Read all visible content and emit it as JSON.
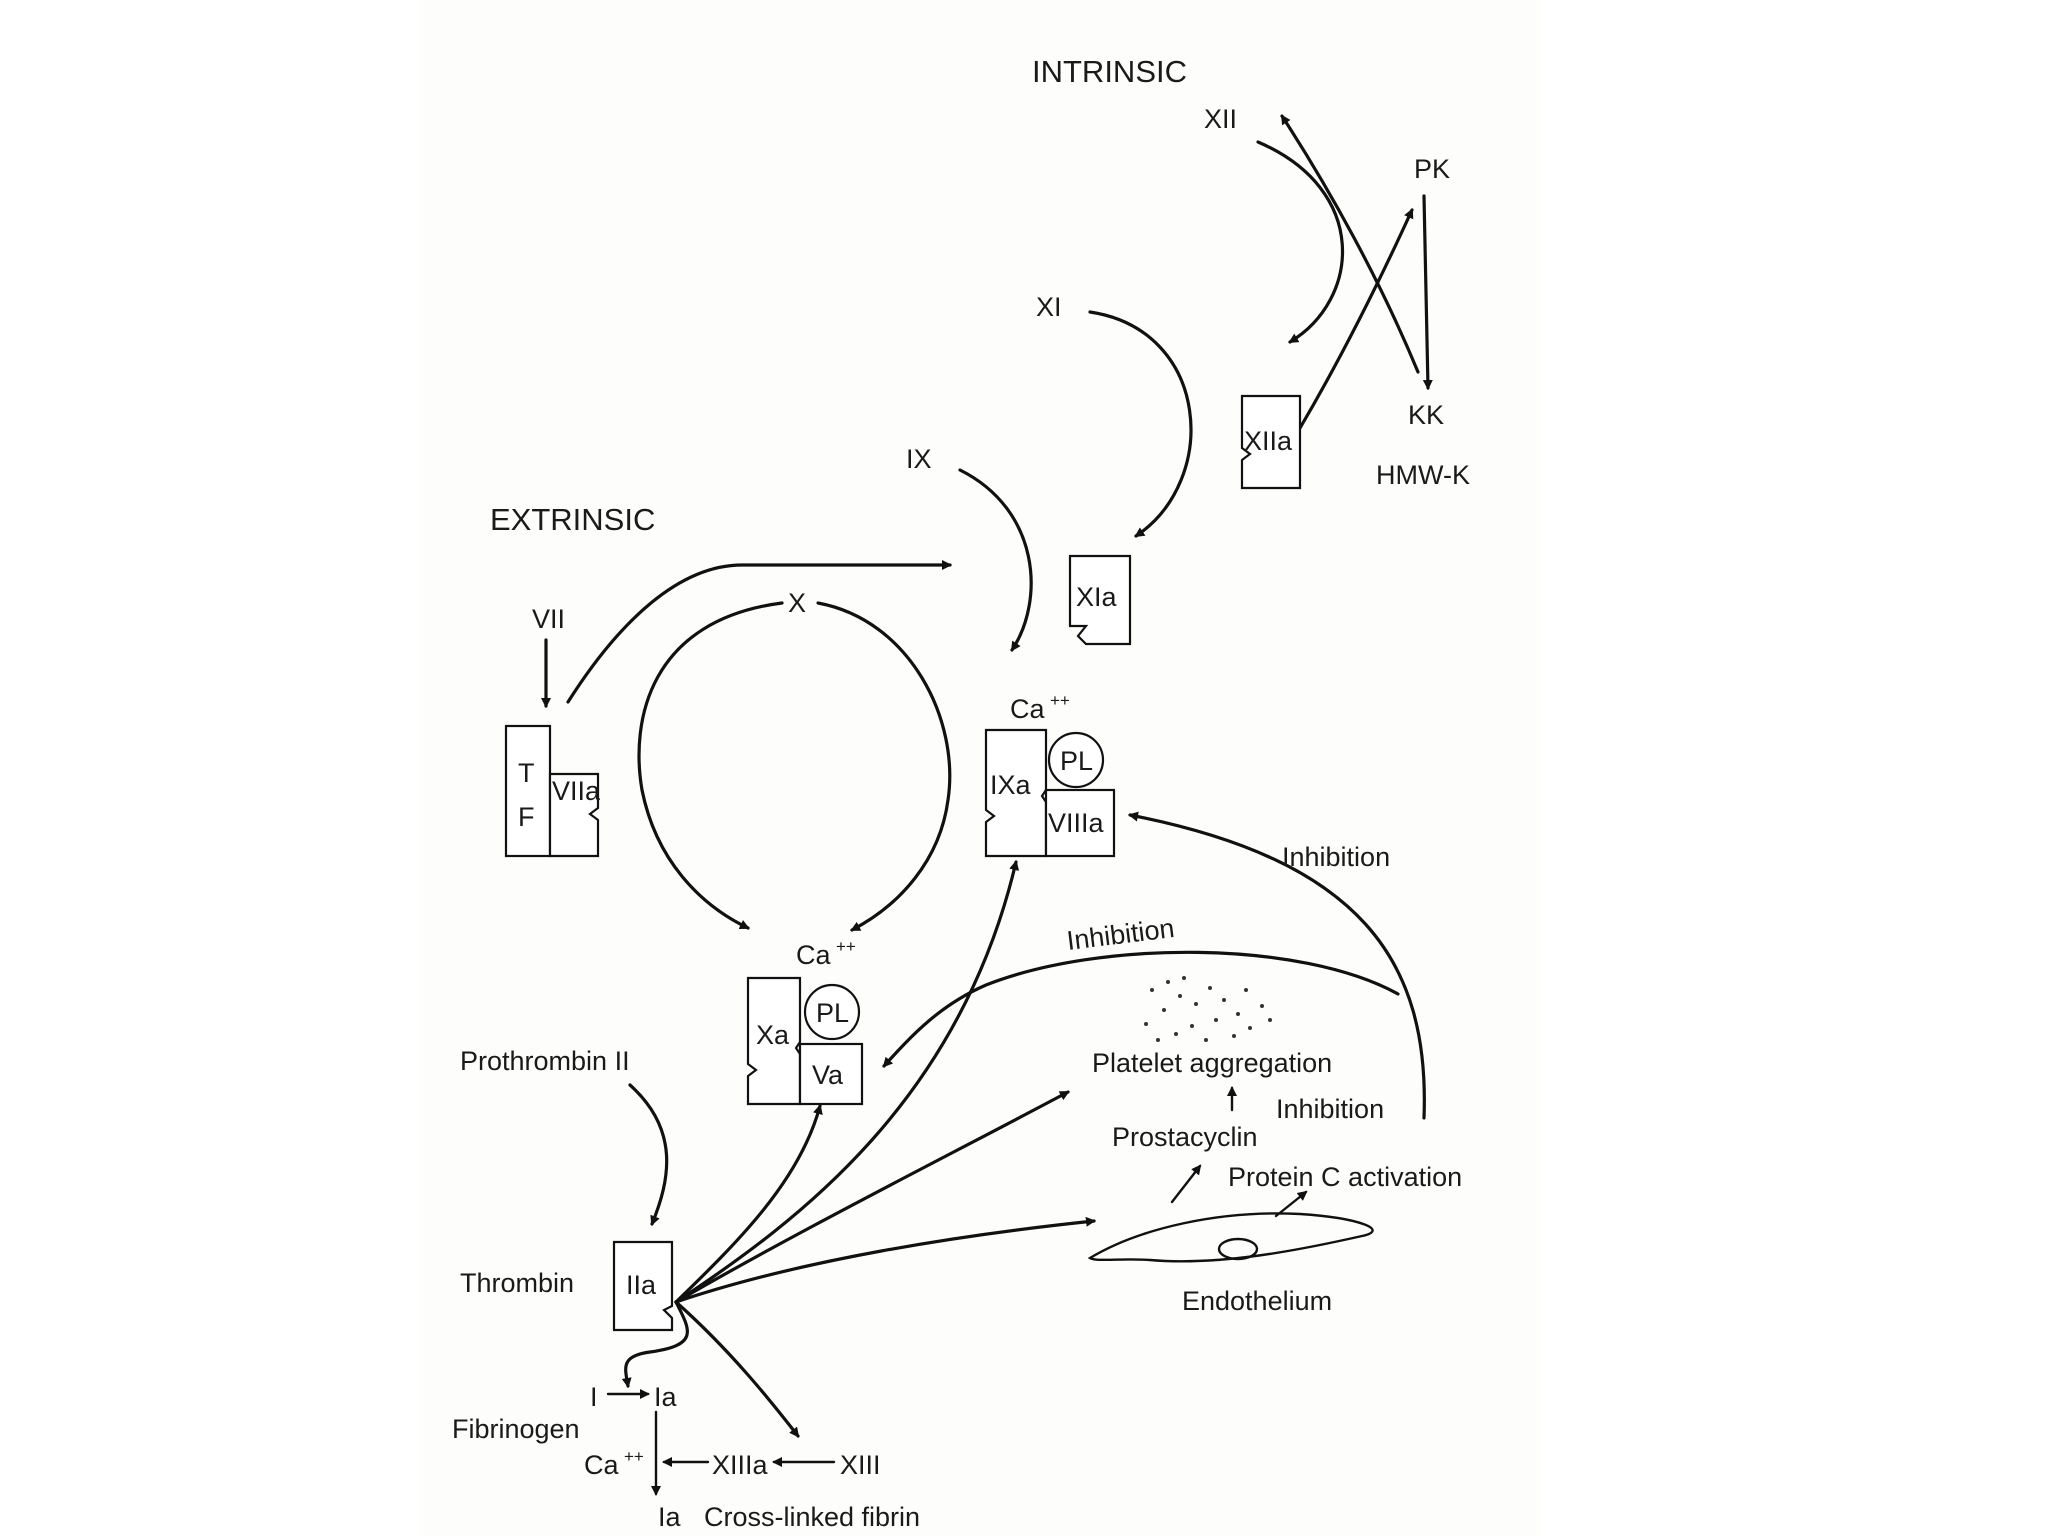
{
  "labels": {
    "intrinsic": "INTRINSIC",
    "extrinsic": "EXTRINSIC",
    "xii": "XII",
    "pk": "PK",
    "xi": "XI",
    "xiia": "XIIa",
    "kk": "KK",
    "hmwk": "HMW-K",
    "ix": "IX",
    "xia": "XIa",
    "vii": "VII",
    "x": "X",
    "tf_t": "T",
    "tf_f": "F",
    "viia": "VIIa",
    "ca_ix": "Ca",
    "ca_ix_sup": "++",
    "ixa": "IXa",
    "pl_ix": "PL",
    "viiia": "VIIIa",
    "inhibition_1": "Inhibition",
    "inhibition_2": "Inhibition",
    "inhibition_3": "Inhibition",
    "ca_x": "Ca",
    "ca_x_sup": "++",
    "xa": "Xa",
    "pl_x": "PL",
    "va": "Va",
    "prothrombin": "Prothrombin II",
    "platelet_aggregation": "Platelet aggregation",
    "prostacyclin": "Prostacyclin",
    "protein_c": "Protein C activation",
    "thrombin": "Thrombin",
    "iia": "IIa",
    "endothelium": "Endothelium",
    "fib_i": "I",
    "fib_ia": "Ia",
    "fibrinogen": "Fibrinogen",
    "ca_f": "Ca",
    "ca_f_sup": "++",
    "xiiia": "XIIIa",
    "xiii": "XIII",
    "ia_bottom": "Ia",
    "crosslinked": "Cross-linked fibrin"
  }
}
